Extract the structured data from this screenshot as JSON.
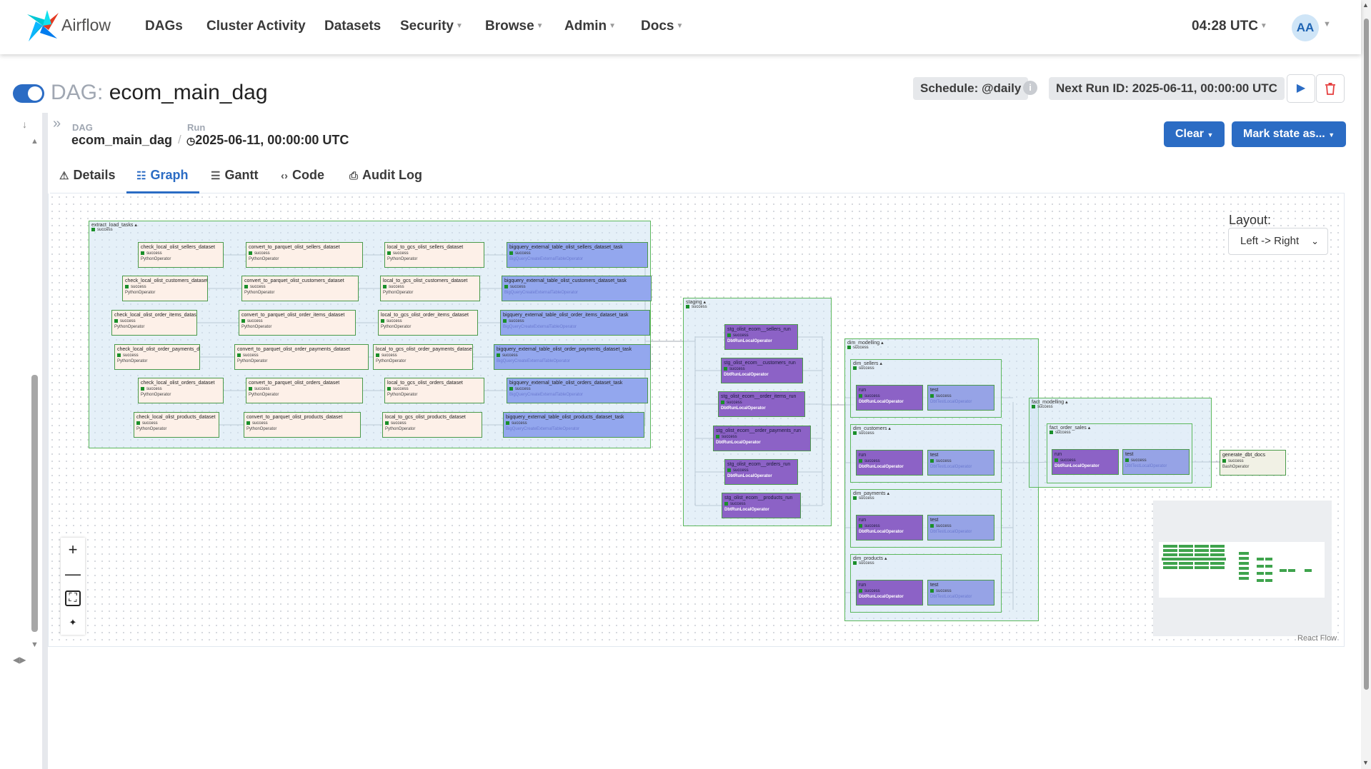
{
  "nav": {
    "brand": "Airflow",
    "items": [
      {
        "label": "DAGs",
        "caret": false
      },
      {
        "label": "Cluster Activity",
        "caret": false
      },
      {
        "label": "Datasets",
        "caret": false
      },
      {
        "label": "Security",
        "caret": true
      },
      {
        "label": "Browse",
        "caret": true
      },
      {
        "label": "Admin",
        "caret": true
      },
      {
        "label": "Docs",
        "caret": true
      }
    ],
    "clock": "04:28 UTC",
    "avatar_initials": "AA"
  },
  "dag": {
    "title_prefix": "DAG:",
    "name": "ecom_main_dag",
    "schedule": "Schedule: @daily",
    "next_run": "Next Run ID: 2025-06-11, 00:00:00 UTC",
    "paused": false
  },
  "breadcrumb": {
    "dag_label": "DAG",
    "dag_value": "ecom_main_dag",
    "run_label": "Run",
    "run_value": "2025-06-11, 00:00:00 UTC"
  },
  "actions": {
    "clear": "Clear",
    "mark_state": "Mark state as..."
  },
  "tabs": [
    {
      "label": "Details",
      "icon": "warning-triangle-icon",
      "active": false
    },
    {
      "label": "Graph",
      "icon": "graph-icon",
      "active": true
    },
    {
      "label": "Gantt",
      "icon": "gantt-icon",
      "active": false
    },
    {
      "label": "Code",
      "icon": "code-icon",
      "active": false
    },
    {
      "label": "Audit Log",
      "icon": "document-icon",
      "active": false
    }
  ],
  "layout": {
    "label": "Layout:",
    "value": "Left -> Right"
  },
  "react_flow_attribution": "React Flow",
  "status_text": "success",
  "graph": {
    "groups": {
      "extract": "extract_load_tasks",
      "staging": "staging",
      "dim_modelling": "dim_modelling",
      "dim_sellers": "dim_sellers",
      "dim_customers": "dim_customers",
      "dim_payments": "dim_payments",
      "dim_products": "dim_products",
      "fact_modelling": "fact_modelling",
      "fact_order_sales": "fact_order_sales"
    },
    "extract_rows": [
      [
        "check_local_olist_sellers_dataset",
        "convert_to_parquet_olist_sellers_dataset",
        "local_to_gcs_olist_sellers_dataset",
        "bigquery_external_table_olist_sellers_dataset_task"
      ],
      [
        "check_local_olist_customers_dataset",
        "convert_to_parquet_olist_customers_dataset",
        "local_to_gcs_olist_customers_dataset",
        "bigquery_external_table_olist_customers_dataset_task"
      ],
      [
        "check_local_olist_order_items_dataset",
        "convert_to_parquet_olist_order_items_dataset",
        "local_to_gcs_olist_order_items_dataset",
        "bigquery_external_table_olist_order_items_dataset_task"
      ],
      [
        "check_local_olist_order_payments_dataset",
        "convert_to_parquet_olist_order_payments_dataset",
        "local_to_gcs_olist_order_payments_dataset",
        "bigquery_external_table_olist_order_payments_dataset_task"
      ],
      [
        "check_local_olist_orders_dataset",
        "convert_to_parquet_olist_orders_dataset",
        "local_to_gcs_olist_orders_dataset",
        "bigquery_external_table_olist_orders_dataset_task"
      ],
      [
        "check_local_olist_products_dataset",
        "convert_to_parquet_olist_products_dataset",
        "local_to_gcs_olist_products_dataset",
        "bigquery_external_table_olist_products_dataset_task"
      ]
    ],
    "staging_nodes": [
      "stg_olist_ecom__sellers_run",
      "stg_olist_ecom__customers_run",
      "stg_olist_ecom__order_items_run",
      "stg_olist_ecom__order_payments_run",
      "stg_olist_ecom__orders_run",
      "stg_olist_ecom__products_run"
    ],
    "operators": {
      "python": "PythonOperator",
      "bq": "BigQueryCreateExternalTableOperator",
      "dbt_run": "DbtRunLocalOperator",
      "dbt_test": "DbtTestLocalOperator",
      "bash": "BashOperator"
    },
    "run_label": "run",
    "test_label": "test",
    "final_node": "generate_dbt_docs"
  }
}
